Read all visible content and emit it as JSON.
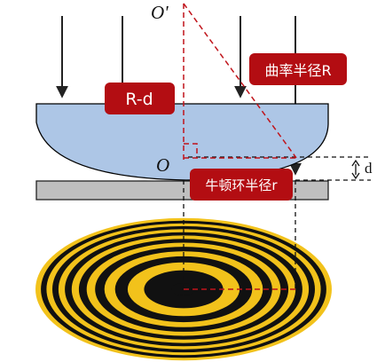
{
  "labels": {
    "o_prime": "O'",
    "o": "O",
    "d": "d",
    "r_minus_d": "R-d",
    "curvature_radius": "曲率半径R",
    "newton_ring_radius": "牛顿环半径r"
  },
  "colors": {
    "lens_fill": "#adc6e6",
    "plate_fill": "#bfbfbf",
    "ring_yellow": "#f2c21b",
    "ring_black": "#111111",
    "tag_fill": "#b30d12",
    "tag_text": "#ffffff",
    "dashed_red": "#c0141b",
    "arrow": "#222222"
  },
  "rings": {
    "count": 7
  }
}
